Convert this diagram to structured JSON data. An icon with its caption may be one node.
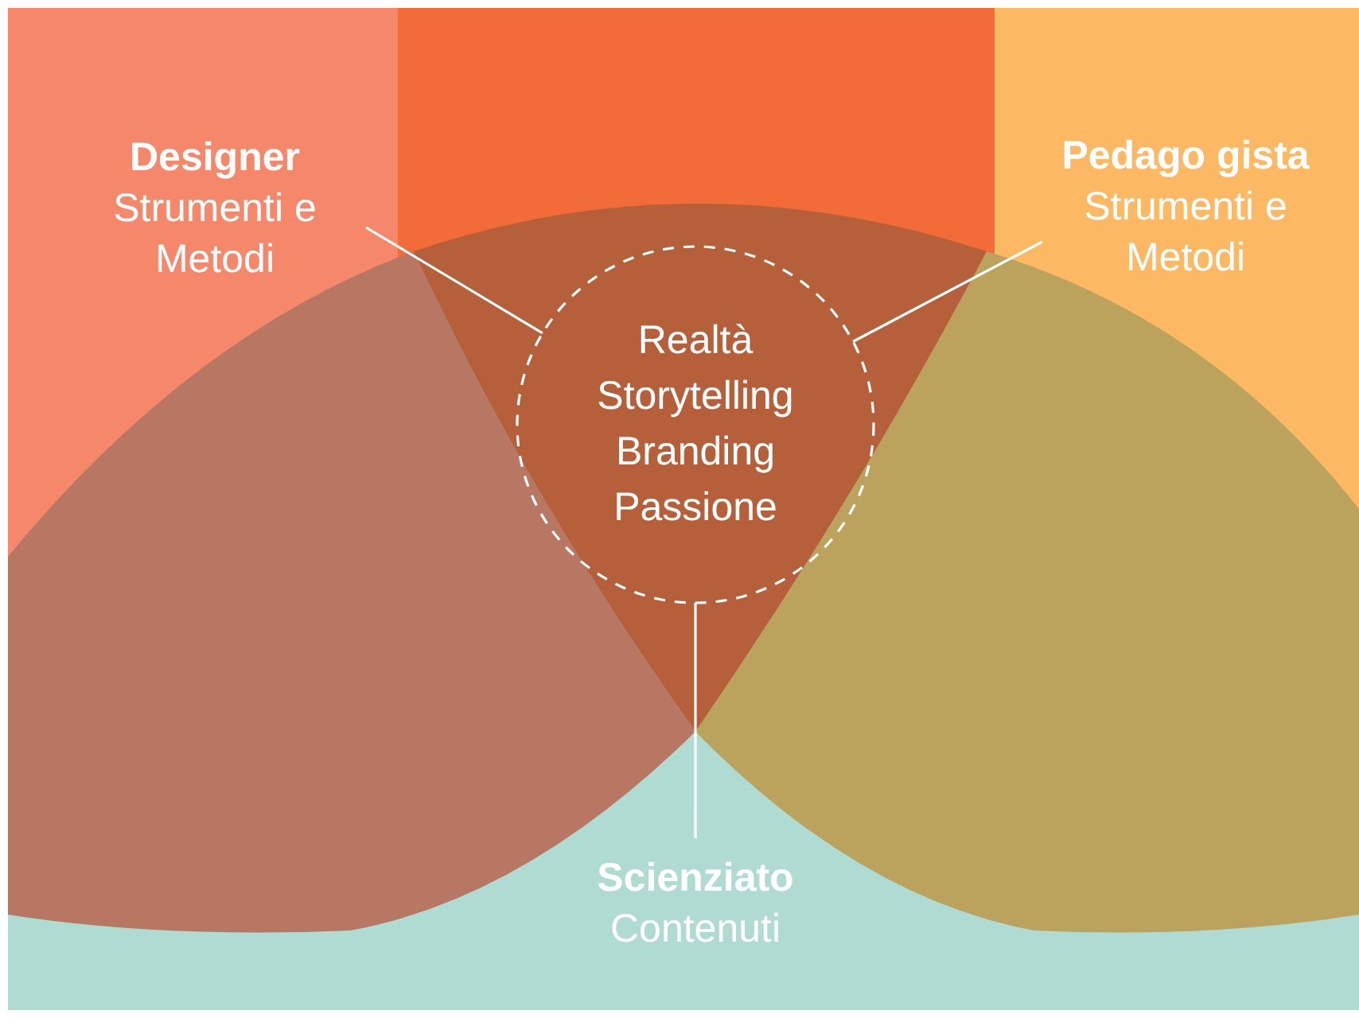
{
  "diagram": {
    "nodes": [
      {
        "text": [
          "Designer",
          "Strumenti e Metodi"
        ]
      },
      {
        "text": [
          "Pedago gista",
          "Strumenti e Metodi"
        ]
      },
      {
        "text": [
          "Realtà",
          "Storytelling",
          "Branding",
          "Passione"
        ]
      },
      {
        "text": [
          "Scienziato",
          "Contenuti"
        ]
      }
    ],
    "edges": [
      {
        "from": 0,
        "to": 2,
        "arrow": "none"
      },
      {
        "from": 1,
        "to": 2,
        "arrow": "none"
      },
      {
        "from": 3,
        "to": 2,
        "arrow": "none"
      }
    ]
  }
}
